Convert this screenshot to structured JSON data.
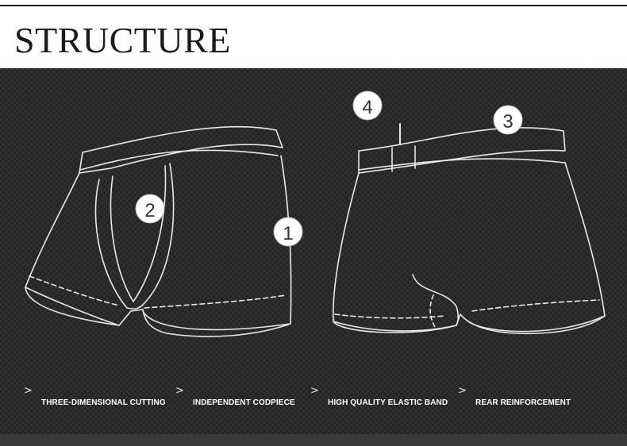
{
  "header": {
    "title": "STRUCTURE"
  },
  "callouts": [
    {
      "number": "1",
      "label_index": 0
    },
    {
      "number": "2",
      "label_index": 1
    },
    {
      "number": "3",
      "label_index": 2
    },
    {
      "number": "4",
      "label_index": 3
    }
  ],
  "features": [
    {
      "label": "THREE-DIMENSIONAL CUTTING",
      "icon": "chevron-right-icon"
    },
    {
      "label": "INDEPENDENT CODPIECE",
      "icon": "chevron-right-icon"
    },
    {
      "label": "HIGH QUALITY ELASTIC BAND",
      "icon": "chevron-right-icon"
    },
    {
      "label": "REAR REINFORCEMENT",
      "icon": "chevron-right-icon"
    }
  ],
  "colors": {
    "background": "#2a2a2a",
    "line": "#e8e8e8",
    "header_text": "#1a1a1a",
    "feature_text": "#ffffff"
  }
}
